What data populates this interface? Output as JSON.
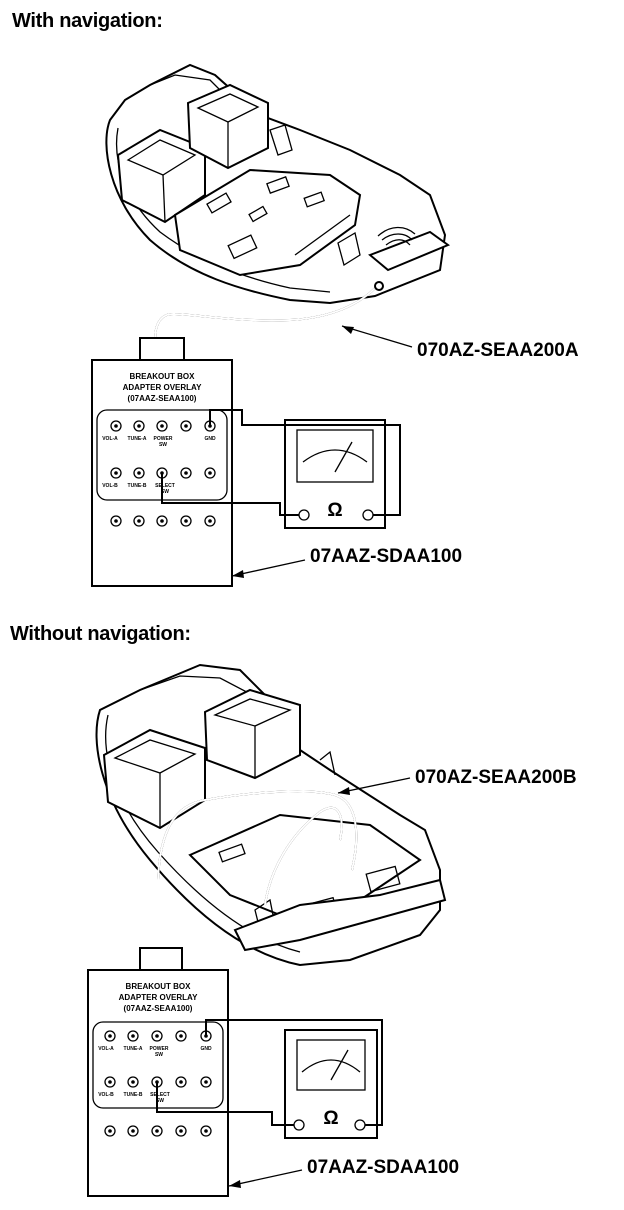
{
  "sections": {
    "with_nav": {
      "heading": "With navigation:",
      "harness_label": "070AZ-SEAA200A",
      "breakout_label": "07AAZ-SDAA100",
      "box": {
        "title_line1": "BREAKOUT BOX",
        "title_line2": "ADAPTER OVERLAY",
        "part": "(07AAZ-SEAA100)",
        "row1": [
          "VOL-A",
          "TUNE-A",
          "POWER",
          "",
          "GND"
        ],
        "row1_sub": [
          "",
          "",
          "SW",
          "",
          ""
        ],
        "row2": [
          "VOL-B",
          "TUNE-B",
          "SELECT",
          "",
          ""
        ],
        "row2_sub": [
          "",
          "",
          "SW",
          "",
          ""
        ]
      },
      "meter_symbol": "Ω"
    },
    "without_nav": {
      "heading": "Without navigation:",
      "harness_label": "070AZ-SEAA200B",
      "breakout_label": "07AAZ-SDAA100",
      "box": {
        "title_line1": "BREAKOUT BOX",
        "title_line2": "ADAPTER OVERLAY",
        "part": "(07AAZ-SEAA100)",
        "row1": [
          "VOL-A",
          "TUNE-A",
          "POWER",
          "",
          "GND"
        ],
        "row1_sub": [
          "",
          "",
          "SW",
          "",
          ""
        ],
        "row2": [
          "VOL-B",
          "TUNE-B",
          "SELECT",
          "",
          ""
        ],
        "row2_sub": [
          "",
          "",
          "SW",
          "",
          ""
        ]
      },
      "meter_symbol": "Ω"
    }
  }
}
